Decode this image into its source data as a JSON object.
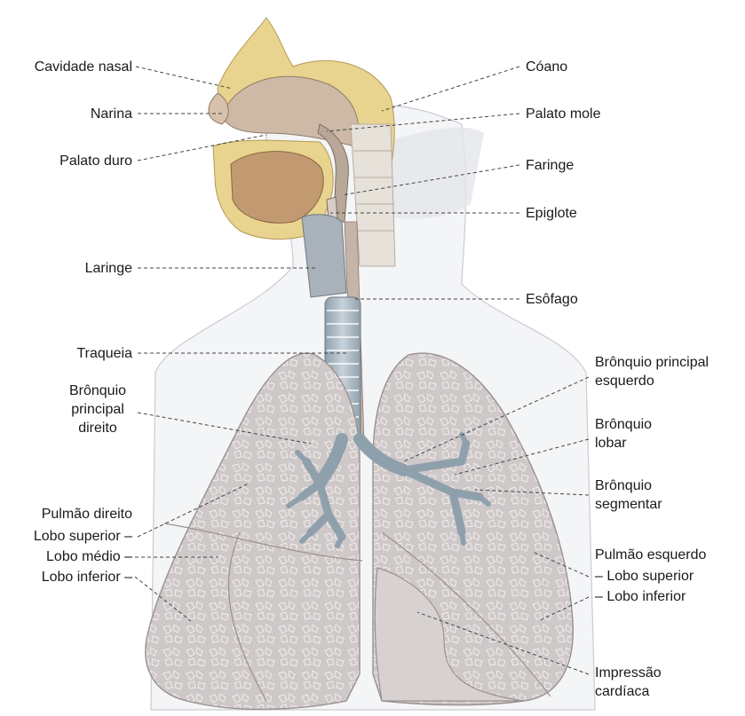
{
  "labels_left": {
    "cavidade_nasal": "Cavidade nasal",
    "narina": "Narina",
    "palato_duro": "Palato duro",
    "laringe": "Laringe",
    "traqueia": "Traqueia",
    "bronquio_principal_direito": [
      "Brônquio",
      "principal",
      "direito"
    ],
    "pulmao_direito": "Pulmão direito",
    "lobo_superior": "Lobo superior –",
    "lobo_medio": "Lobo médio –",
    "lobo_inferior": "Lobo inferior –"
  },
  "labels_right": {
    "coano": "Cóano",
    "palato_mole": "Palato mole",
    "faringe": "Faringe",
    "epiglote": "Epiglote",
    "esofago": "Esôfago",
    "bronquio_principal_esquerdo": [
      "Brônquio principal",
      "esquerdo"
    ],
    "bronquio_lobar": [
      "Brônquio",
      "lobar"
    ],
    "bronquio_segmentar": [
      "Brônquio",
      "segmentar"
    ],
    "pulmao_esquerdo": "Pulmão esquerdo",
    "lobo_superior": "– Lobo superior",
    "lobo_inferior": "– Lobo inferior",
    "impressao_cardiaca": [
      "Impressão",
      "cardíaca"
    ]
  },
  "colors": {
    "body_outline": "#c9ccd2",
    "lung_fill": "#cfc8c8",
    "lung_stroke": "#9a9090",
    "airway_fill": "#b9c3cb",
    "bone_fill": "#e9d48f",
    "tissue_fill": "#cdb9a6",
    "tongue_fill": "#c29a72",
    "leader": "#444444"
  }
}
